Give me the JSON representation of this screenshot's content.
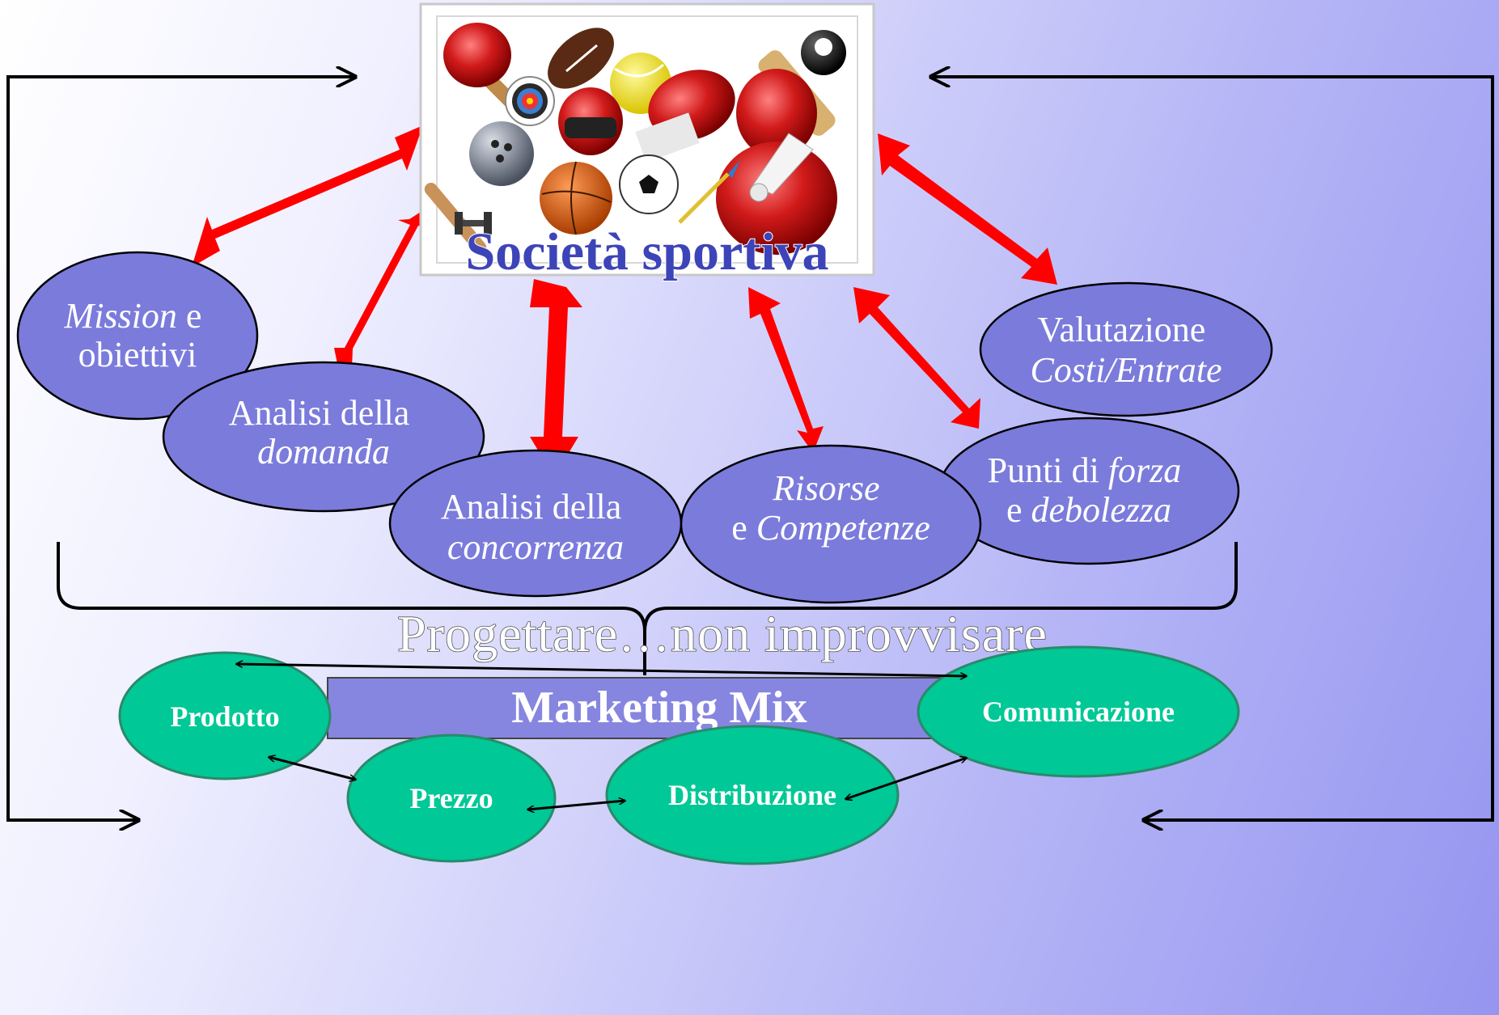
{
  "logo": {
    "title": "Società sportiva",
    "icons": [
      "ping-pong-paddle-icon",
      "archery-target-icon",
      "american-football-icon",
      "tennis-ball-icon",
      "eight-ball-icon",
      "cricket-bat-icon",
      "helmet-icon",
      "bowling-ball-icon",
      "boxing-gloves-icon",
      "baseball-bat-icon",
      "basketball-icon",
      "soccer-ball-icon",
      "dart-icon",
      "shuttlecock-icon",
      "dumbbell-icon"
    ]
  },
  "ovals": {
    "mission": {
      "line1_italic": "Mission",
      "line1_rest": " e",
      "line2": "obiettivi"
    },
    "domanda": {
      "line1": "Analisi della",
      "line2_italic": "domanda"
    },
    "concorrenza": {
      "line1": "Analisi della",
      "line2_italic": "concorrenza"
    },
    "risorse": {
      "line1_italic": "Risorse",
      "line2_pre": "e ",
      "line2_italic": "Competenze"
    },
    "punti": {
      "line1_pre": "Punti di ",
      "line1_italic": "forza",
      "line2_pre": "e ",
      "line2_italic": "debolezza"
    },
    "valutazione": {
      "line1": "Valutazione",
      "line2_italic": "Costi/Entrate"
    }
  },
  "banner": {
    "text": "Progettare…non improvvisare"
  },
  "marketing_mix": {
    "label": "Marketing Mix",
    "items": {
      "prodotto": "Prodotto",
      "prezzo": "Prezzo",
      "distribuzione": "Distribuzione",
      "comunicazione": "Comunicazione"
    }
  },
  "colors": {
    "oval_fill": "#7b7bdc",
    "mix_fill": "#00c896",
    "bar_fill": "#8686e0",
    "arrow_red": "#ff0000",
    "line_black": "#000000"
  }
}
